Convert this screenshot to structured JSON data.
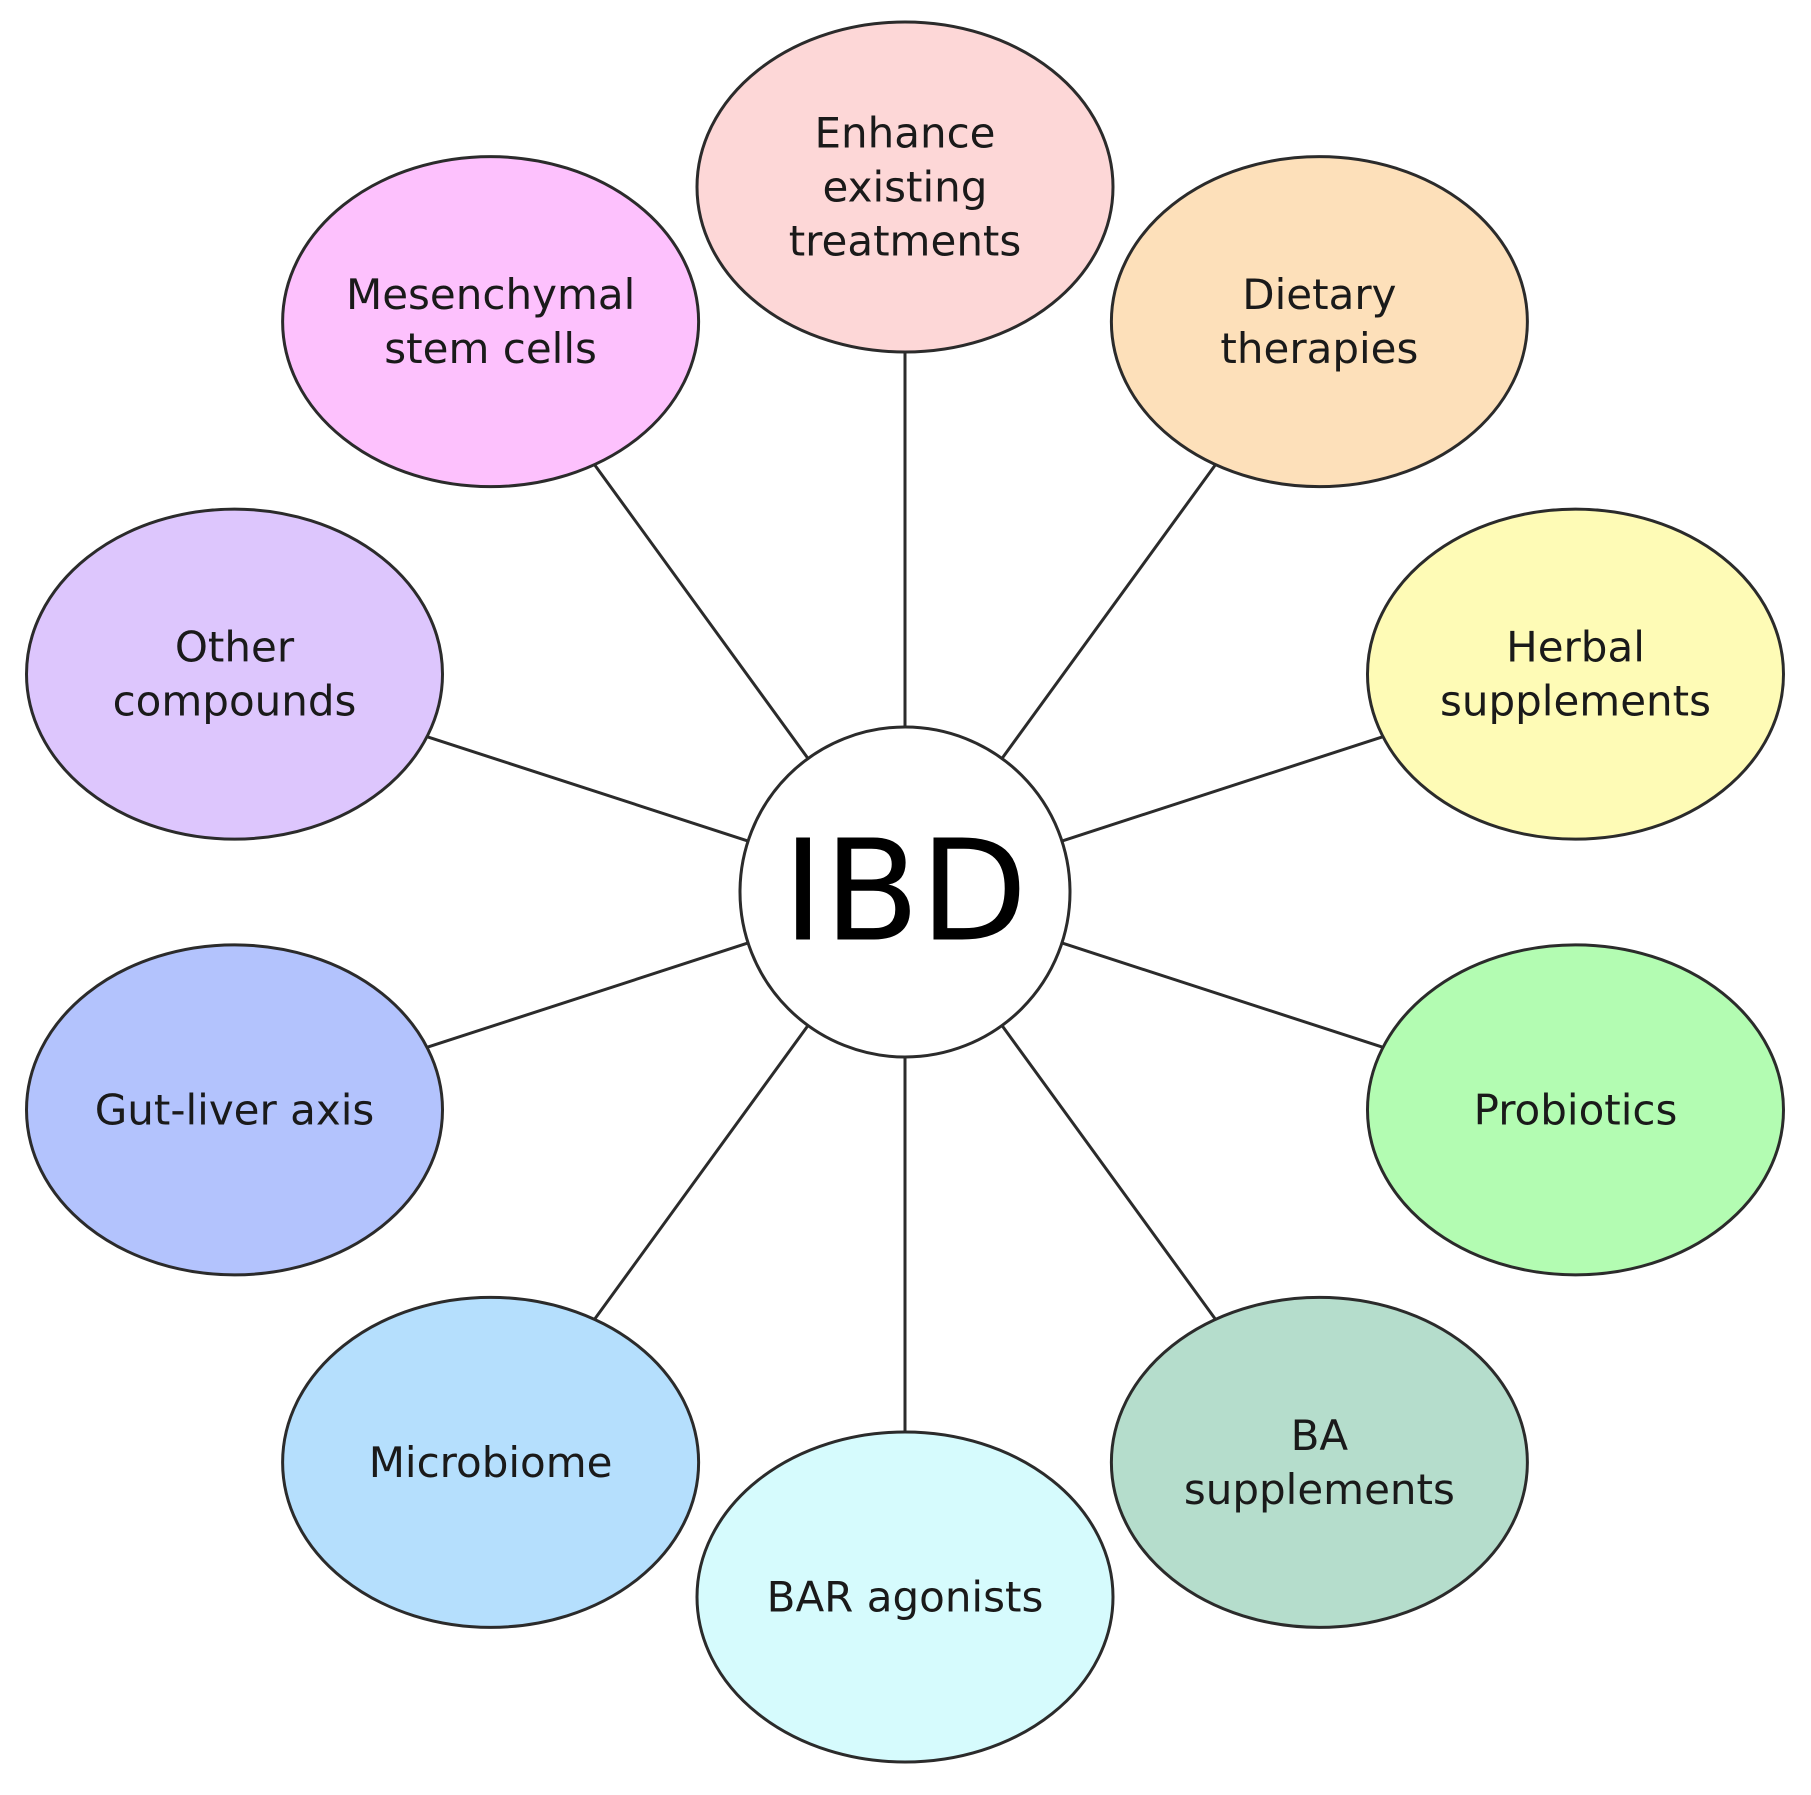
{
  "center": {
    "label": "IBD",
    "fill": "#ffffff"
  },
  "nodes": [
    {
      "id": "enhance-existing-treatments",
      "lines": [
        "Enhance",
        "existing",
        "treatments"
      ],
      "fill": "#fdd7d7"
    },
    {
      "id": "dietary-therapies",
      "lines": [
        "Dietary",
        "therapies"
      ],
      "fill": "#fde0ba"
    },
    {
      "id": "herbal-supplements",
      "lines": [
        "Herbal",
        "supplements"
      ],
      "fill": "#fefbb6"
    },
    {
      "id": "probiotics",
      "lines": [
        "Probiotics"
      ],
      "fill": "#b3fcb2"
    },
    {
      "id": "ba-supplements",
      "lines": [
        "BA",
        "supplements"
      ],
      "fill": "#b5ddcc"
    },
    {
      "id": "bar-agonists",
      "lines": [
        "BAR agonists"
      ],
      "fill": "#d6fbfd"
    },
    {
      "id": "microbiome",
      "lines": [
        "Microbiome"
      ],
      "fill": "#b5dffd"
    },
    {
      "id": "gut-liver-axis",
      "lines": [
        "Gut-liver axis"
      ],
      "fill": "#b3c3fd"
    },
    {
      "id": "other-compounds",
      "lines": [
        "Other",
        "compounds"
      ],
      "fill": "#ddc6fd"
    },
    {
      "id": "mesenchymal-stem-cells",
      "lines": [
        "Mesenchymal",
        "stem cells"
      ],
      "fill": "#fdc1fd"
    }
  ]
}
